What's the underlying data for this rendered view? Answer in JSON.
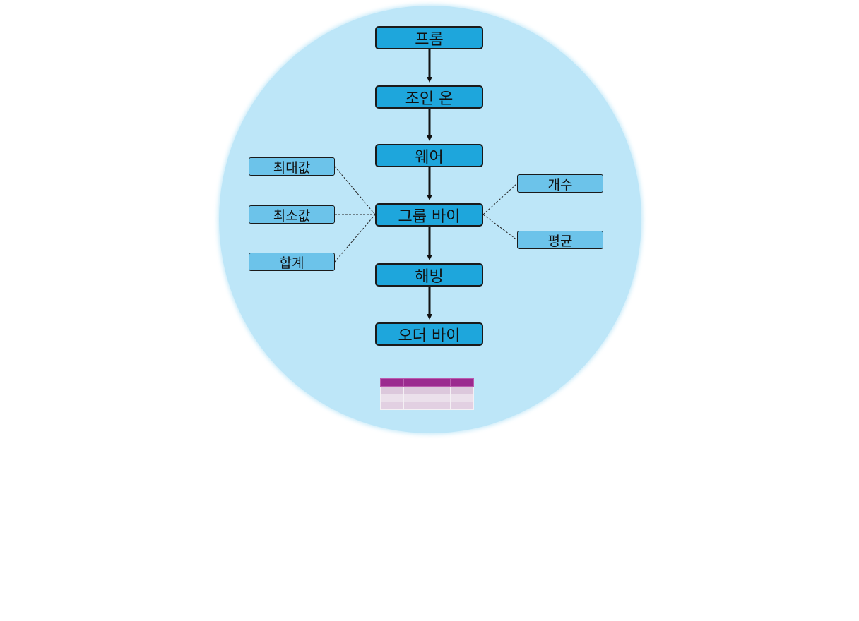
{
  "diagram": {
    "flow": [
      {
        "id": "from",
        "label": "프롬"
      },
      {
        "id": "join-on",
        "label": "조인 온"
      },
      {
        "id": "where",
        "label": "웨어"
      },
      {
        "id": "group-by",
        "label": "그룹 바이"
      },
      {
        "id": "having",
        "label": "해빙"
      },
      {
        "id": "order-by",
        "label": "오더 바이"
      }
    ],
    "left_aggregates": [
      {
        "id": "max",
        "label": "최대값"
      },
      {
        "id": "min",
        "label": "최소값"
      },
      {
        "id": "sum",
        "label": "합계"
      }
    ],
    "right_aggregates": [
      {
        "id": "count",
        "label": "개수"
      },
      {
        "id": "avg",
        "label": "평균"
      }
    ],
    "colors": {
      "circle": "#bde6f8",
      "main_node": "#1ea6dc",
      "side_node": "#6cc3ea",
      "table_header": "#9b2a8f"
    },
    "result_table": {
      "columns": 4,
      "rows": 3
    }
  }
}
